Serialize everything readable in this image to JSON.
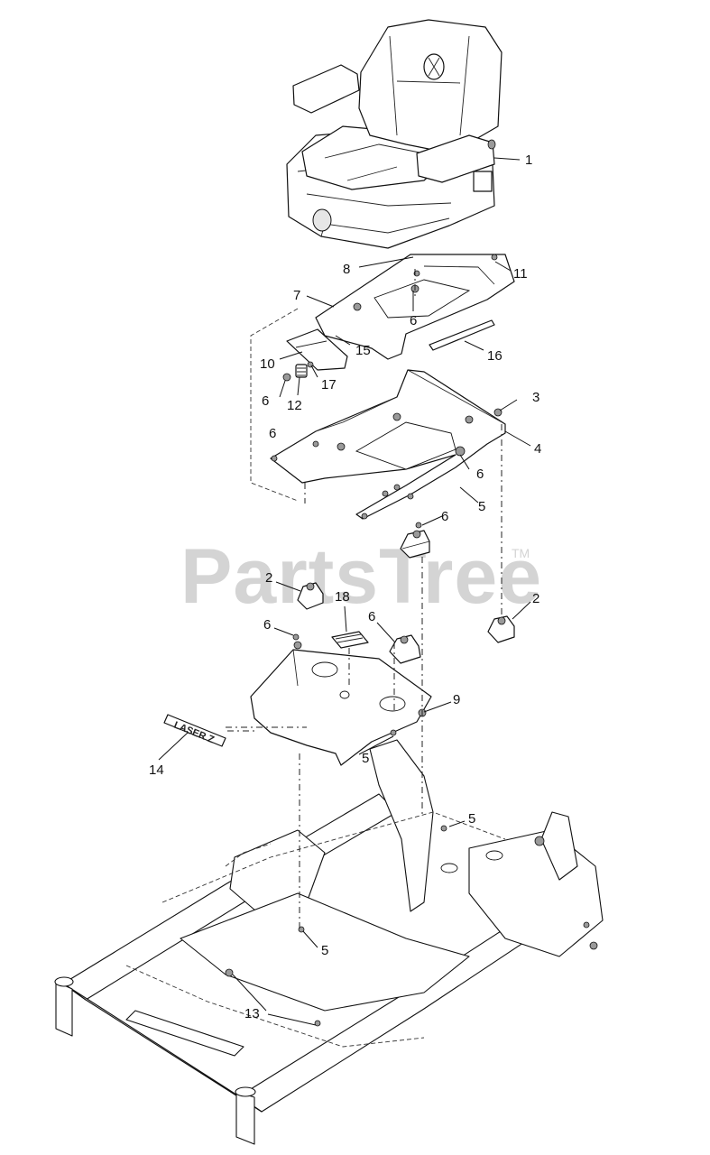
{
  "watermark": {
    "text": "PartsTree",
    "trademark": "TM"
  },
  "emblem": {
    "text": "LASER Z"
  },
  "callouts": [
    {
      "id": "c1",
      "label": "1"
    },
    {
      "id": "c8",
      "label": "8"
    },
    {
      "id": "c11",
      "label": "11"
    },
    {
      "id": "c7",
      "label": "7"
    },
    {
      "id": "c6a",
      "label": "6"
    },
    {
      "id": "c15",
      "label": "15"
    },
    {
      "id": "c16",
      "label": "16"
    },
    {
      "id": "c10",
      "label": "10"
    },
    {
      "id": "c17",
      "label": "17"
    },
    {
      "id": "c6b",
      "label": "6"
    },
    {
      "id": "c12",
      "label": "12"
    },
    {
      "id": "c3",
      "label": "3"
    },
    {
      "id": "c4",
      "label": "4"
    },
    {
      "id": "c6c",
      "label": "6"
    },
    {
      "id": "c6d",
      "label": "6"
    },
    {
      "id": "c5a",
      "label": "5"
    },
    {
      "id": "c6e",
      "label": "6"
    },
    {
      "id": "c2a",
      "label": "2"
    },
    {
      "id": "c18",
      "label": "18"
    },
    {
      "id": "c2b",
      "label": "2"
    },
    {
      "id": "c6f",
      "label": "6"
    },
    {
      "id": "c6g",
      "label": "6"
    },
    {
      "id": "c9",
      "label": "9"
    },
    {
      "id": "c14",
      "label": "14"
    },
    {
      "id": "c5b",
      "label": "5"
    },
    {
      "id": "c5c",
      "label": "5"
    },
    {
      "id": "c5d",
      "label": "5"
    },
    {
      "id": "c13",
      "label": "13"
    }
  ]
}
